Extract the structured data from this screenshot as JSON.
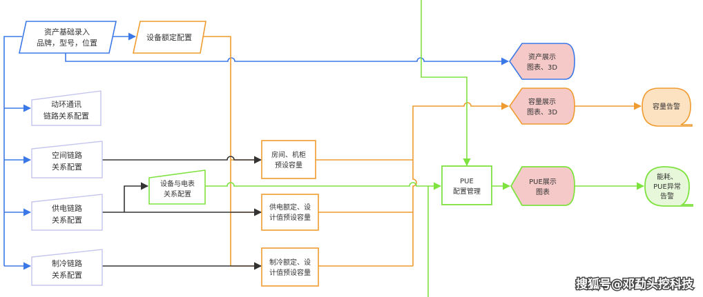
{
  "nodes": {
    "asset_entry": {
      "line1": "资产基础录入",
      "line2": "品牌，型号，位置"
    },
    "device_rating": {
      "line1": "设备额定配置"
    },
    "env_comm": {
      "line1": "动环通讯",
      "line2": "链路关系配置"
    },
    "space_link": {
      "line1": "空间链路",
      "line2": "关系配置"
    },
    "device_meter": {
      "line1": "设备与电表",
      "line2": "关系配置"
    },
    "power_link": {
      "line1": "供电链路",
      "line2": "关系配置"
    },
    "cooling_link": {
      "line1": "制冷链路",
      "line2": "关系配置"
    },
    "room_capacity": {
      "line1": "房间、机柜",
      "line2": "预设容量"
    },
    "power_capacity": {
      "line1": "供电额定、设",
      "line2": "计值预设容量"
    },
    "cooling_capacity": {
      "line1": "制冷额定、设",
      "line2": "计值预设容量"
    },
    "pue_config": {
      "line1": "PUE",
      "line2": "配置管理"
    },
    "asset_display": {
      "line1": "资产展示",
      "line2": "图表、3D"
    },
    "capacity_display": {
      "line1": "容量展示",
      "line2": "图表、3D"
    },
    "pue_display": {
      "line1": "PUE展示",
      "line2": "图表"
    },
    "capacity_alarm": {
      "line1": "容量告警"
    },
    "energy_alarm": {
      "line1": "能耗、",
      "line2": "PUE异常",
      "line3": "告警"
    }
  },
  "watermark": "搜狐号@邓勐头挖科技",
  "colors": {
    "blue": "#3b78e7",
    "orange": "#ef9b2f",
    "green": "#7ee23f",
    "dark": "#333333",
    "lavender": "#c5c5ee",
    "pink_fill": "#f6c9c9",
    "peach_fill": "#fde2c2",
    "green_fill": "#e7f7da"
  }
}
